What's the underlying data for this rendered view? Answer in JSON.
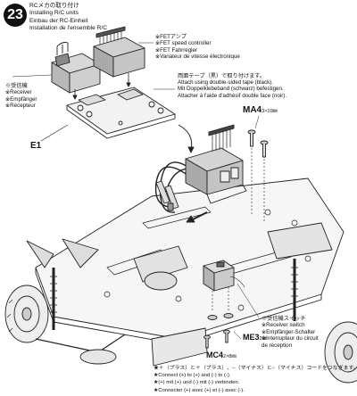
{
  "step": {
    "number": "23"
  },
  "title": {
    "jp": "RCメカの取り付け",
    "en": "Installing R/C units",
    "de": "Einbau der RC-Einheit",
    "fr": "Installation de l'ensemble R/C"
  },
  "labels": {
    "receiver": [
      "※受信機",
      "※Receiver",
      "※Empfänger",
      "※Récepteur"
    ],
    "fet": [
      "※FETアンプ",
      "※FET speed controller",
      "※FET Fahrregler",
      "※Variateur de vitesse électronique"
    ],
    "tape": [
      "両面テープ（黒）で取り付けます。",
      "Attach using double-sided tape (black).",
      "Mit Doppelklebeband (schwarz) befestigen.",
      "Attacher à l'aide d'adhésif double face (noir)."
    ],
    "switch": [
      "※受信機スイッチ",
      "※Receiver switch",
      "※Empfänger-Schalter",
      "※Interrupteur du circuit",
      "de réception"
    ],
    "wiring": [
      "★＋（プラス）と＋（プラス）、−（マイナス）と−（マイナス）コードをつなぎます。",
      "★Connect (+) to (+) and (-) to (-).",
      "★(+) mit (+) und (-) mit (-) verbinden.",
      "★Connecter (+) avec (+) et (-) avec (-)."
    ]
  },
  "parts": {
    "e1": "E1",
    "ma4": "MA4",
    "ma4_size": "3×10㎜",
    "me3": "ME3",
    "me3_size": "2㎜",
    "mc4": "MC4",
    "mc4_size": "2×8㎜"
  }
}
